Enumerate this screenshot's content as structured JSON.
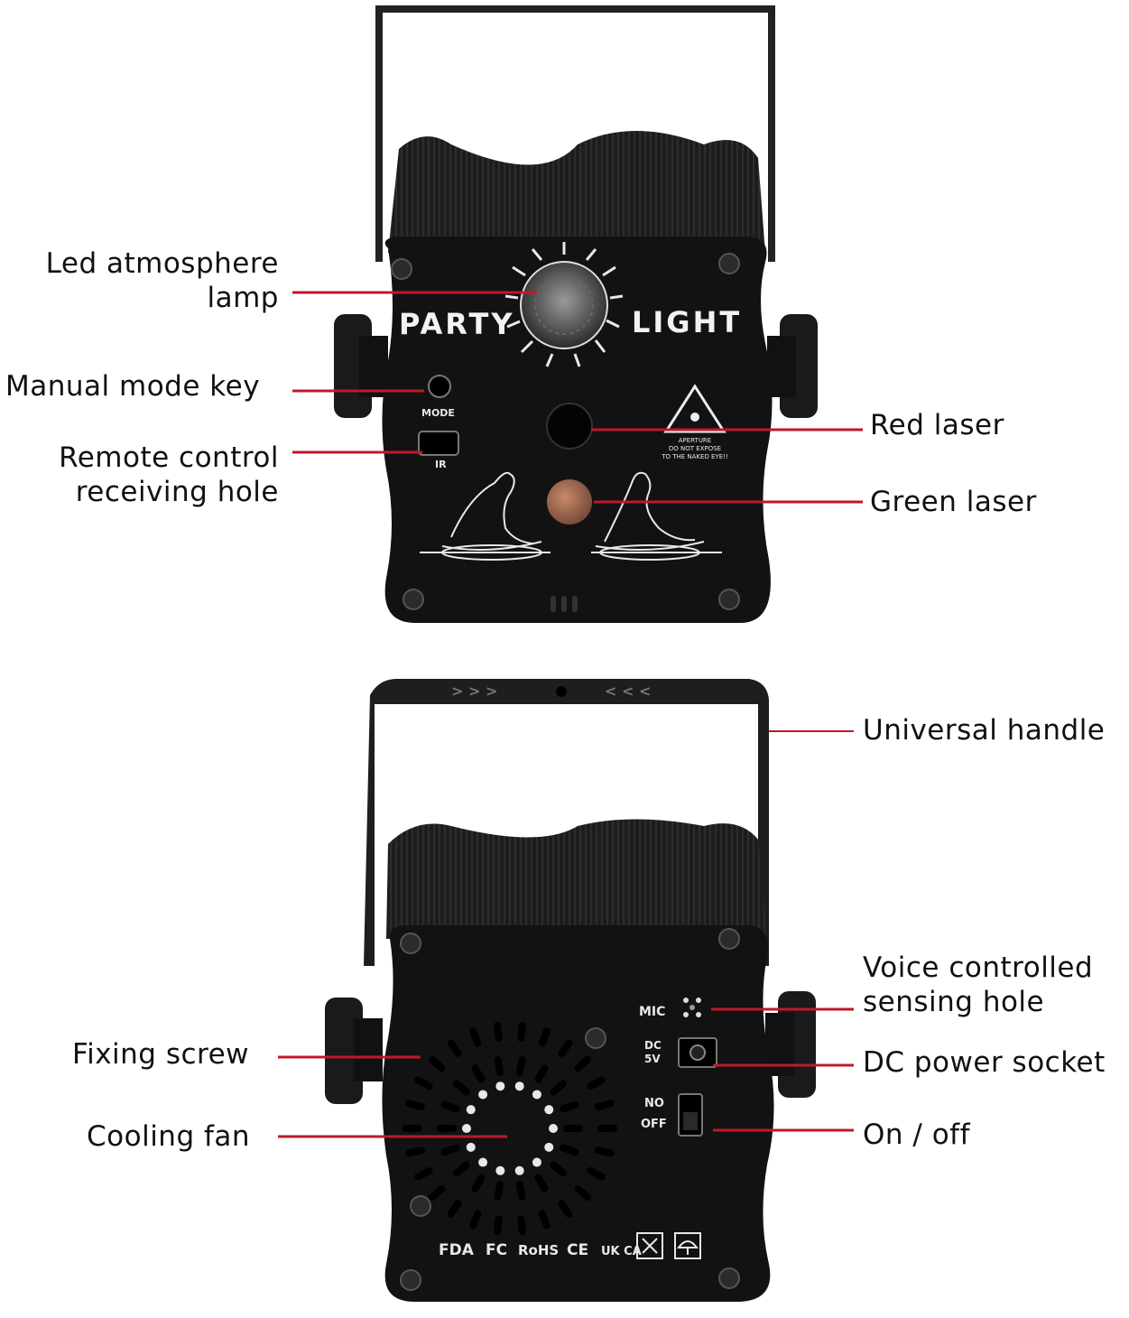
{
  "front_view": {
    "panel_text": {
      "left": "PARTY",
      "right": "LIGHT"
    },
    "mode_label": "MODE",
    "ir_label": "IR",
    "warning": {
      "line1": "APERTURE",
      "line2": "DO NOT EXPOSE",
      "line3": "TO THE NAKED EYE!!"
    },
    "callouts": {
      "led_lamp_line1": "Led atmosphere",
      "led_lamp_line2": "lamp",
      "manual_mode_key": "Manual mode key",
      "remote_line1": "Remote control",
      "remote_line2": "receiving hole",
      "red_laser": "Red laser",
      "green_laser": "Green laser"
    }
  },
  "rear_view": {
    "panel_labels": {
      "mic": "MIC",
      "dc_line1": "DC",
      "dc_line2": "5V",
      "no": "NO",
      "off": "OFF"
    },
    "certifications": [
      "FDA",
      "FC",
      "RoHS",
      "CE",
      "UK CA"
    ],
    "callouts": {
      "universal_handle": "Universal handle",
      "voice_line1": "Voice controlled",
      "voice_line2": "sensing hole",
      "fixing_screw": "Fixing screw",
      "dc_power_socket": "DC power socket",
      "cooling_fan": "Cooling fan",
      "on_off": "On / off"
    }
  },
  "colors": {
    "leader": "#c0182a",
    "body": "#1c1c1c",
    "panel": "#101010",
    "bracket": "#2a2a2a"
  }
}
